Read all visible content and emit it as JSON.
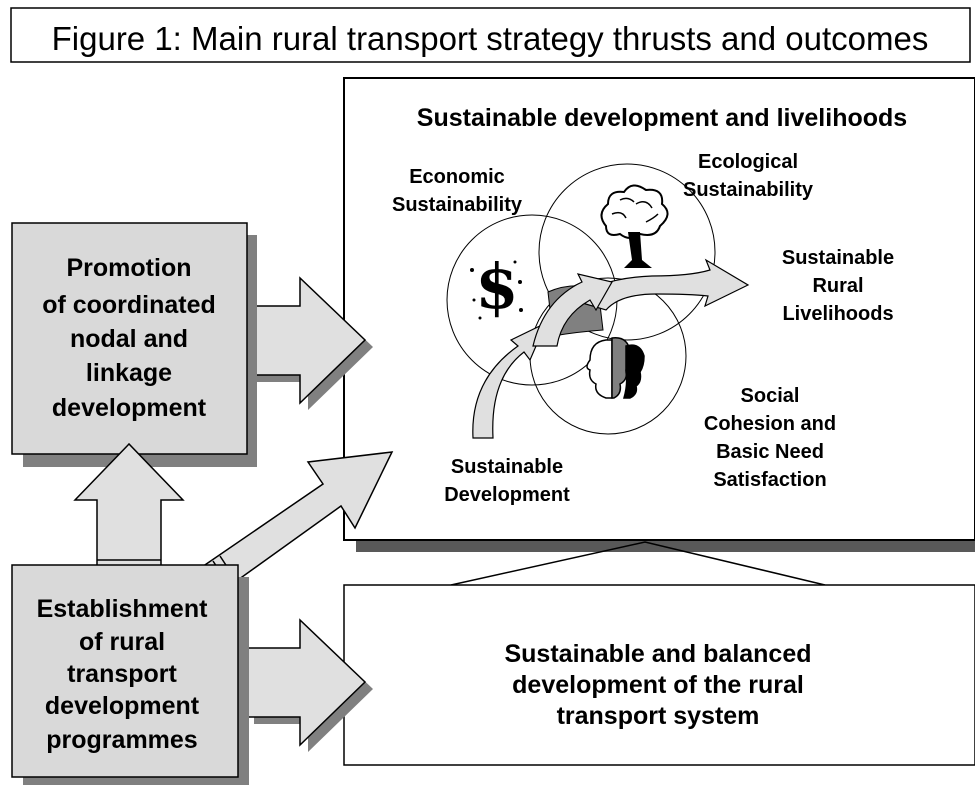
{
  "title": "Figure 1: Main rural transport strategy thrusts and outcomes",
  "boxes": {
    "promotion": [
      "Promotion",
      "of coordinated",
      "nodal and",
      "linkage",
      "development"
    ],
    "establishment": [
      "Establishment",
      "of rural",
      "transport",
      "development",
      "programmes"
    ],
    "outcome_heading": "Sustainable development and livelihoods",
    "transport_system": [
      "Sustainable and balanced",
      "development of the rural",
      "transport system"
    ]
  },
  "venn": {
    "economic": [
      "Economic",
      "Sustainability"
    ],
    "ecological": [
      "Ecological",
      "Sustainability"
    ],
    "livelihoods": [
      "Sustainable",
      "Rural",
      "Livelihoods"
    ],
    "social": [
      "Social",
      "Cohesion and",
      "Basic Need",
      "Satisfaction"
    ],
    "development": [
      "Sustainable",
      "Development"
    ],
    "dollar_symbol": "$"
  },
  "icons": [
    "dollar-icon",
    "tree-icon",
    "faces-icon"
  ],
  "colors": {
    "box_fill": "#d9d9d9",
    "shadow": "#808080",
    "arrow_fill": "#e0e0e0",
    "overlap_fill": "#808080",
    "line": "#000000"
  }
}
